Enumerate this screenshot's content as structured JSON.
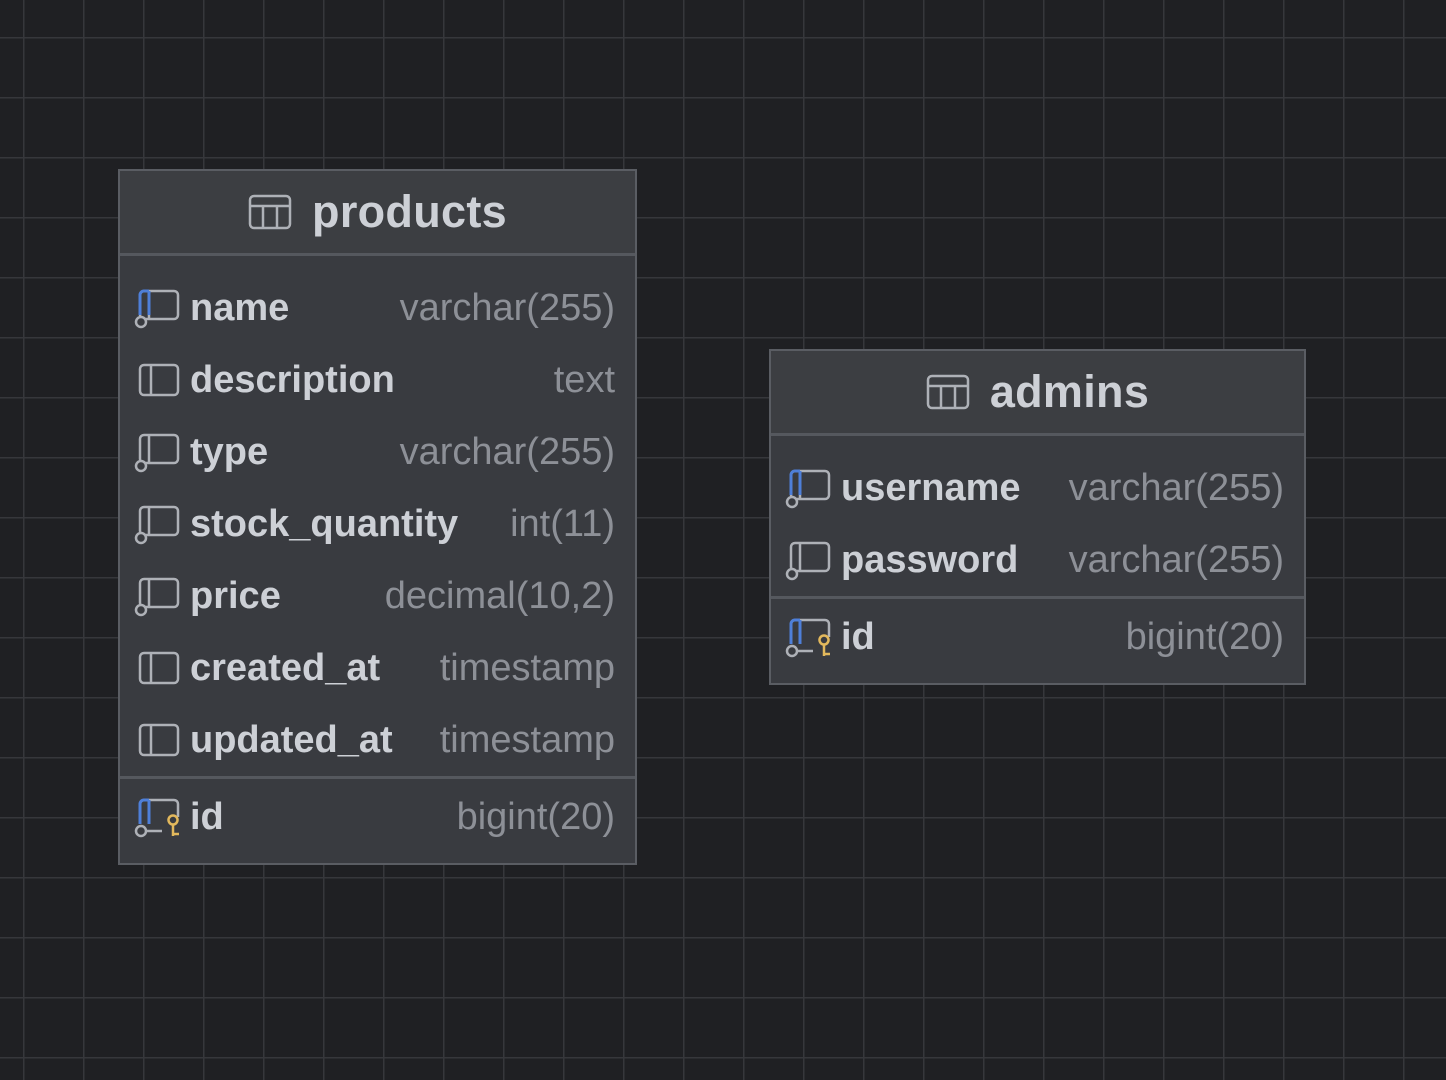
{
  "tables": {
    "products": {
      "title": "products",
      "columns": [
        {
          "name": "name",
          "type": "varchar(255)",
          "icon": "column-indexed-icon"
        },
        {
          "name": "description",
          "type": "text",
          "icon": "column-icon"
        },
        {
          "name": "type",
          "type": "varchar(255)",
          "icon": "column-notnull-icon"
        },
        {
          "name": "stock_quantity",
          "type": "int(11)",
          "icon": "column-notnull-icon"
        },
        {
          "name": "price",
          "type": "decimal(10,2)",
          "icon": "column-notnull-icon"
        },
        {
          "name": "created_at",
          "type": "timestamp",
          "icon": "column-icon"
        },
        {
          "name": "updated_at",
          "type": "timestamp",
          "icon": "column-icon"
        }
      ],
      "primary_key": {
        "name": "id",
        "type": "bigint(20)",
        "icon": "primary-key-icon"
      }
    },
    "admins": {
      "title": "admins",
      "columns": [
        {
          "name": "username",
          "type": "varchar(255)",
          "icon": "column-indexed-icon"
        },
        {
          "name": "password",
          "type": "varchar(255)",
          "icon": "column-notnull-icon"
        }
      ],
      "primary_key": {
        "name": "id",
        "type": "bigint(20)",
        "icon": "primary-key-icon"
      }
    }
  },
  "colors": {
    "canvas": "#1f2023",
    "grid": "#36373b",
    "card": "#393b40",
    "title_text": "#cdd0d6",
    "type_text": "#8d9097",
    "index_accent": "#4e7fd9",
    "key_accent": "#e2b85c"
  }
}
